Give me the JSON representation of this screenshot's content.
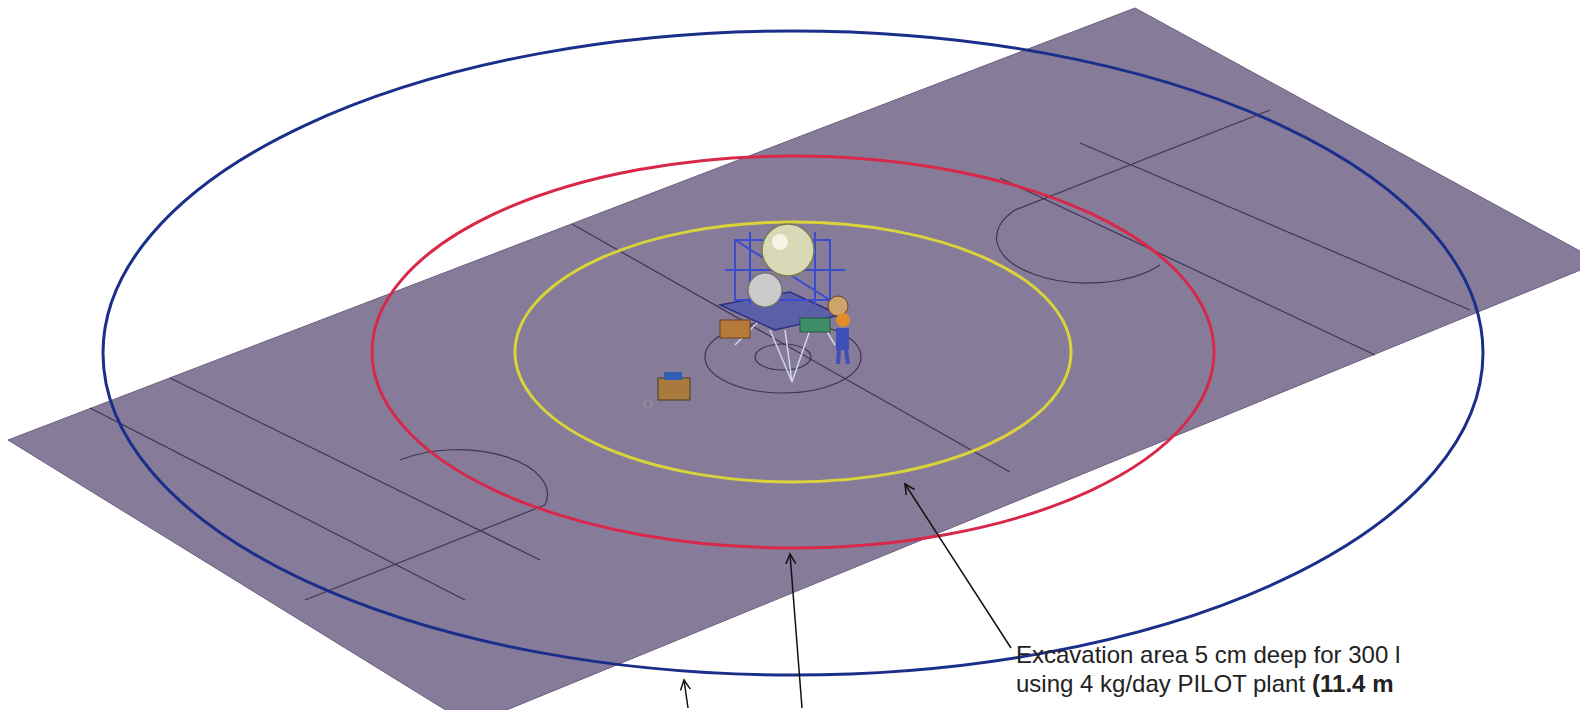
{
  "diagram": {
    "labels": [
      "Excavation area 5 cm deep for 300 l",
      "using 4 kg/day PILOT plant",
      "(11.4 m"
    ]
  }
}
